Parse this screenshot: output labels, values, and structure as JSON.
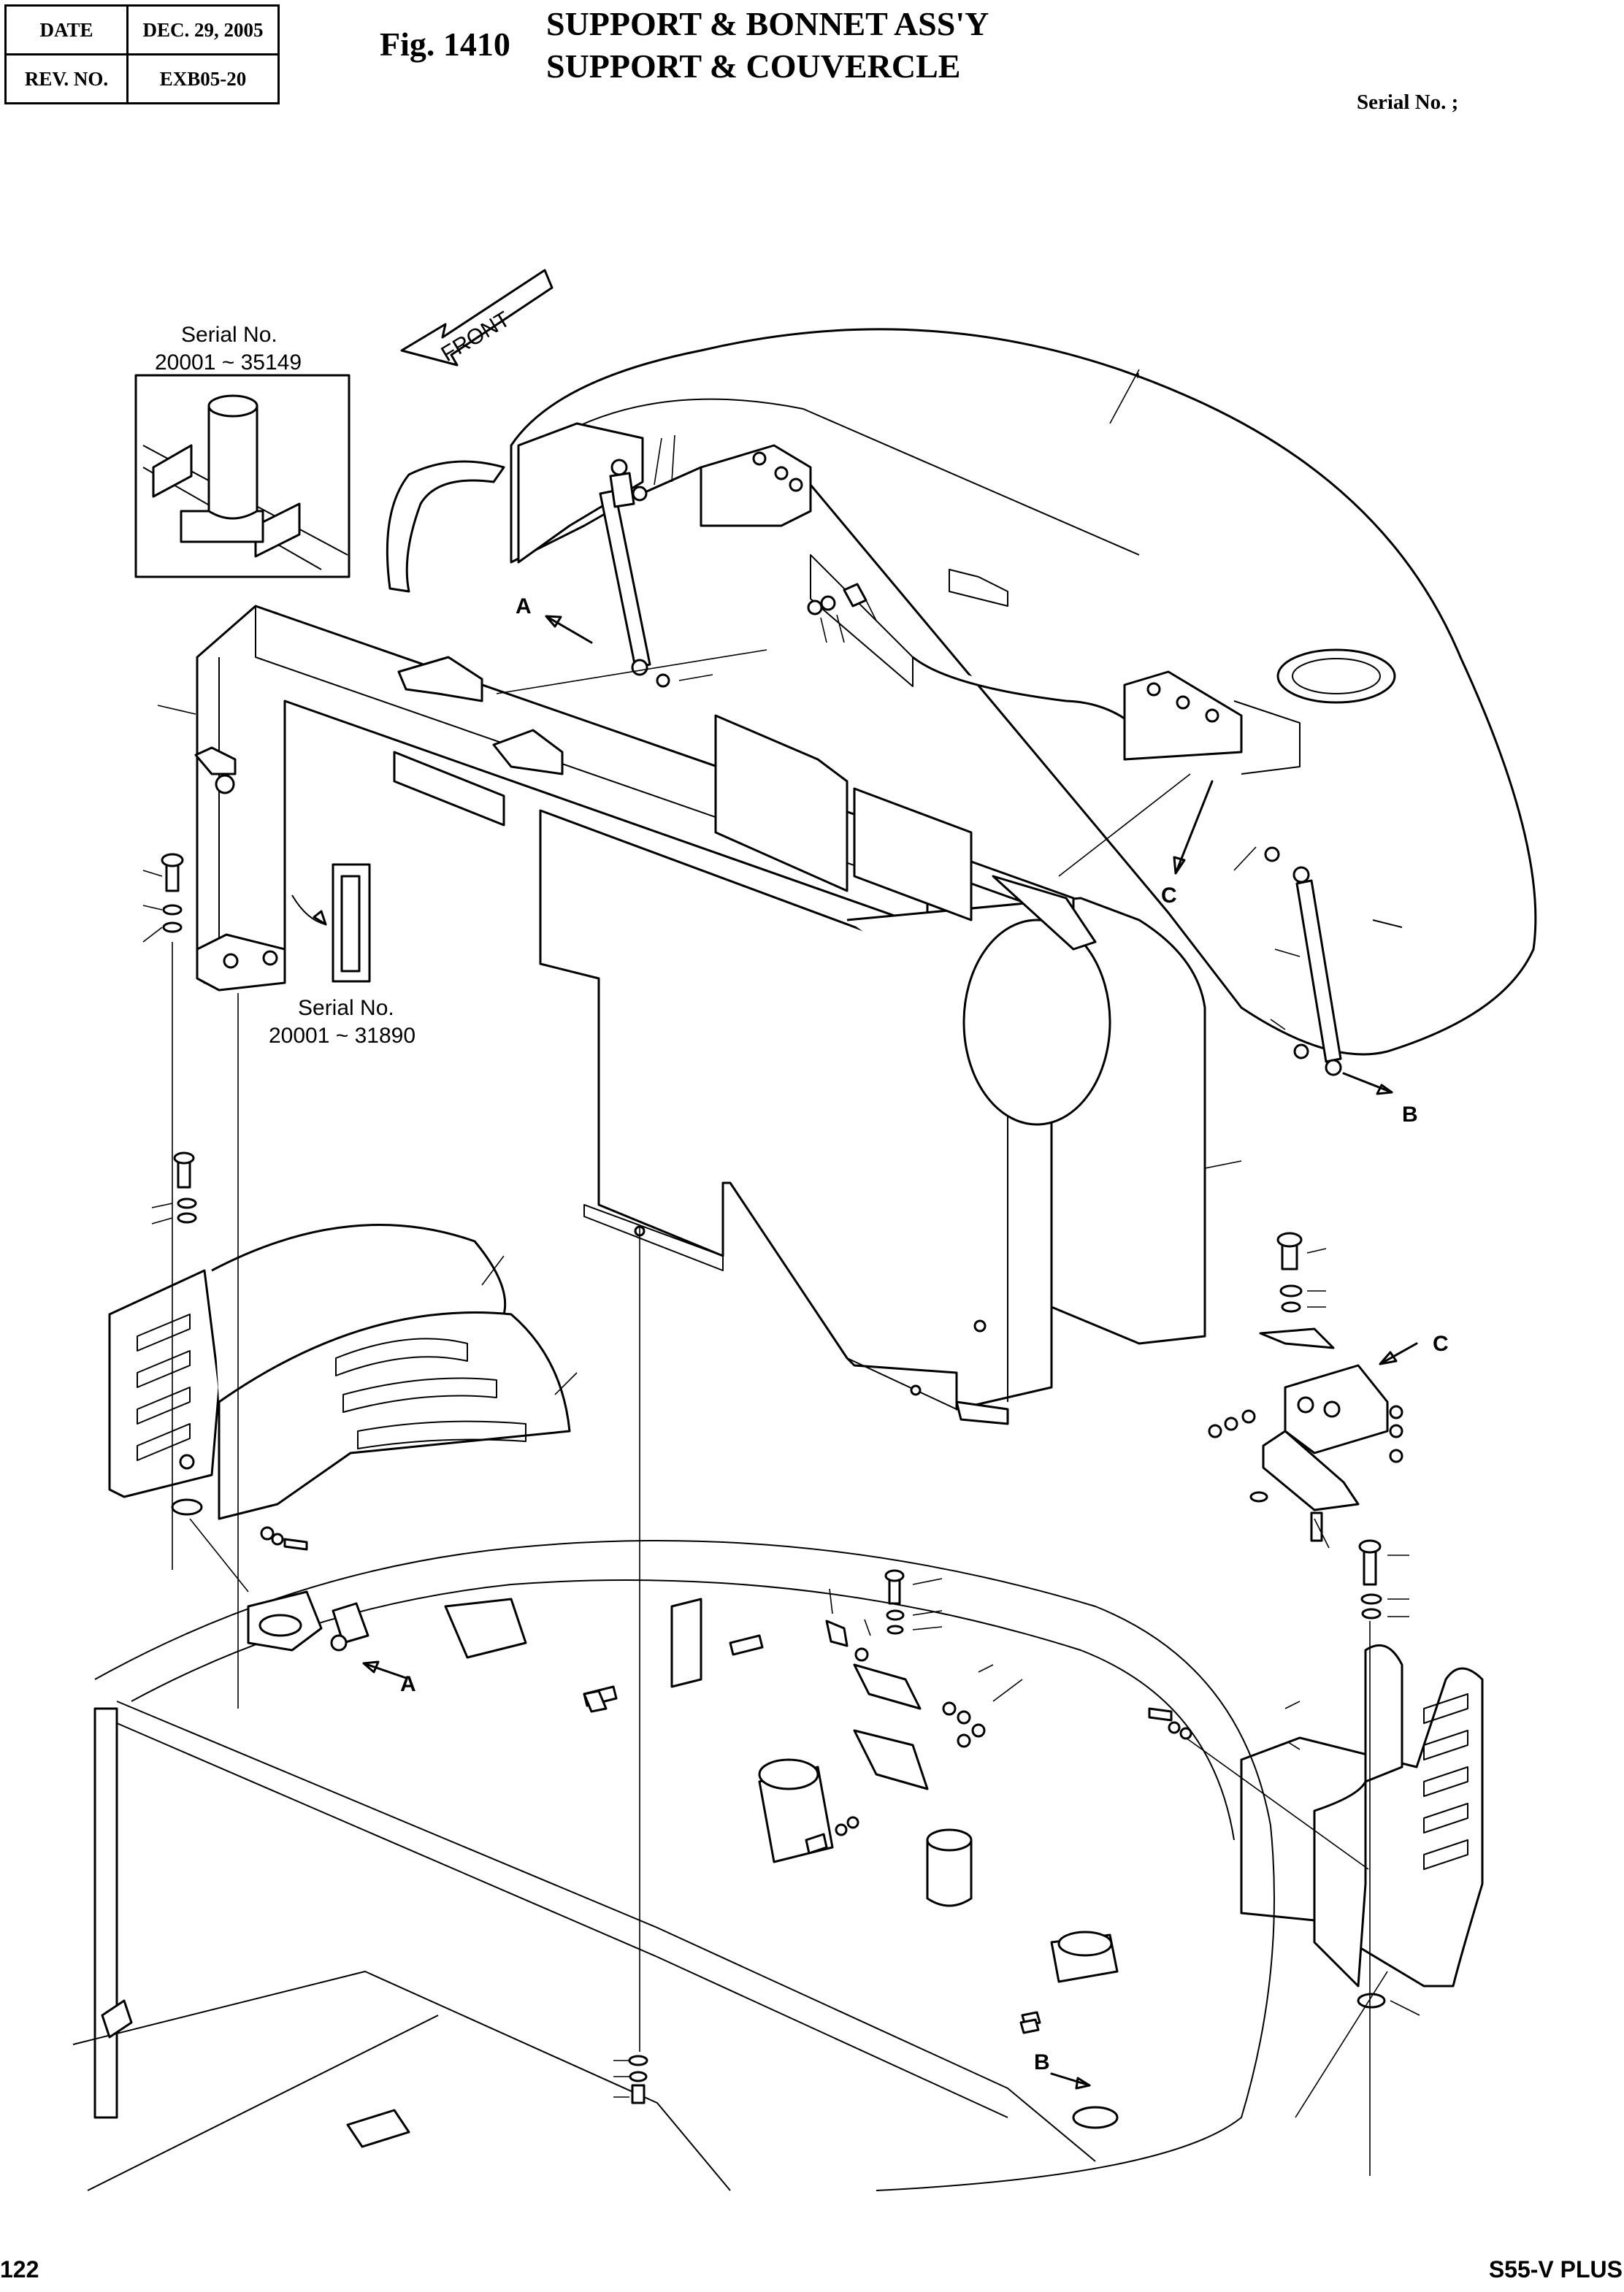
{
  "header": {
    "date_label": "DATE",
    "date_value": "DEC. 29, 2005",
    "rev_label": "REV. NO.",
    "rev_value": "EXB05-20"
  },
  "figure": {
    "number": "Fig. 1410",
    "title_en": "SUPPORT & BONNET ASS'Y",
    "title_fr": "SUPPORT & COUVERCLE",
    "serial_label": "Serial No. ;"
  },
  "callouts": {
    "front_arrow": "FRONT",
    "detail1_serial_label": "Serial No.",
    "detail1_serial_range": "20001 ~ 35149",
    "detail2_serial_label": "Serial No.",
    "detail2_serial_range": "20001 ~ 31890",
    "ref_a": "A",
    "ref_b": "B",
    "ref_c": "C",
    "tick_mark": ","
  },
  "footer": {
    "page_number": "122",
    "model": "S55-V PLUS"
  }
}
